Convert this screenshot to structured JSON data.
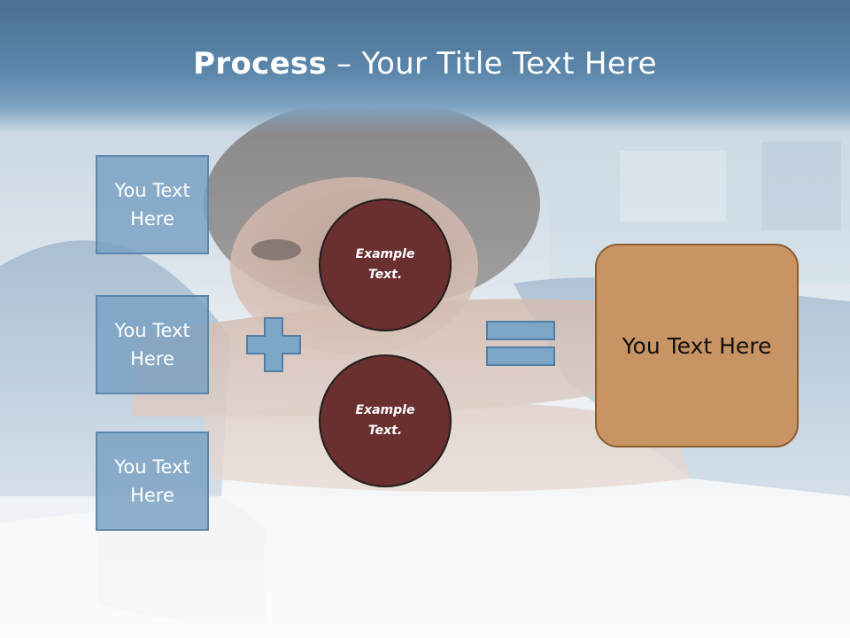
{
  "title": {
    "bold": "Process",
    "rest": " – Your Title Text Here"
  },
  "left_boxes": [
    {
      "label": "You Text Here"
    },
    {
      "label": "You Text Here"
    },
    {
      "label": "You Text Here"
    }
  ],
  "circles": [
    {
      "label": "Example Text."
    },
    {
      "label": "Example Text."
    }
  ],
  "operators": {
    "plus_icon": "plus-icon",
    "equals_icon": "equals-icon"
  },
  "result_box": {
    "label": "You Text Here"
  },
  "colors": {
    "title_band": "#5c87ab",
    "box_fill": "#78a0c3",
    "circle_fill": "#6a2f2f",
    "result_fill": "#c99463"
  }
}
